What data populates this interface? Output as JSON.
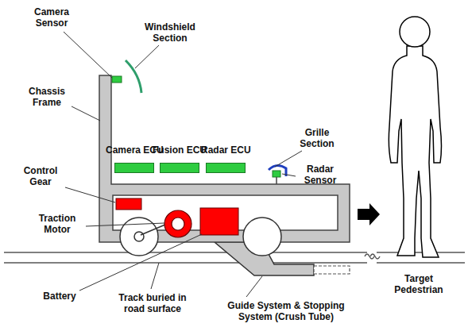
{
  "diagram": {
    "nodes": [
      {
        "text": [
          "Camera ECU"
        ]
      },
      {
        "text": [
          "Fusion ECU"
        ]
      },
      {
        "text": [
          "Radar ECU"
        ]
      }
    ],
    "labels": [
      "Camera Sensor",
      "Windshield Section",
      "Chassis Frame",
      "Control Gear",
      "Traction Motor",
      "Battery",
      "Track buried in road surface",
      "Guide System & Stopping System (Crush Tube)",
      "Target Pedestrian",
      "Grille Section",
      "Radar Sensor"
    ]
  }
}
